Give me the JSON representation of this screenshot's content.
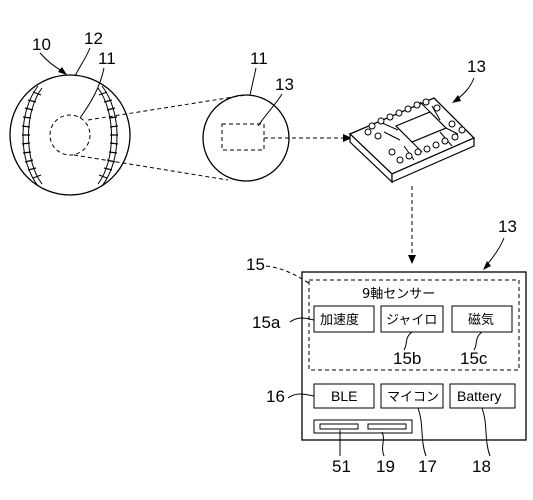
{
  "labels": {
    "ball": "10",
    "ball_surface": "12",
    "sensor_area_left": "11",
    "sensor_area_magnified": "11",
    "sensor_module_in_magnified": "13",
    "module_top": "13",
    "module_block": "13",
    "sensor_group": "15",
    "accel_ref": "15a",
    "gyro_ref": "15b",
    "mag_ref": "15c",
    "ble_ref": "16",
    "mcu_ref": "17",
    "battery_ref": "18",
    "connector_ref": "19",
    "slot_ref": "51"
  },
  "block": {
    "sensor_title": "9軸センサー",
    "accel": "加速度",
    "gyro": "ジャイロ",
    "mag": "磁気",
    "ble": "BLE",
    "mcu": "マイコン",
    "battery": "Battery"
  }
}
